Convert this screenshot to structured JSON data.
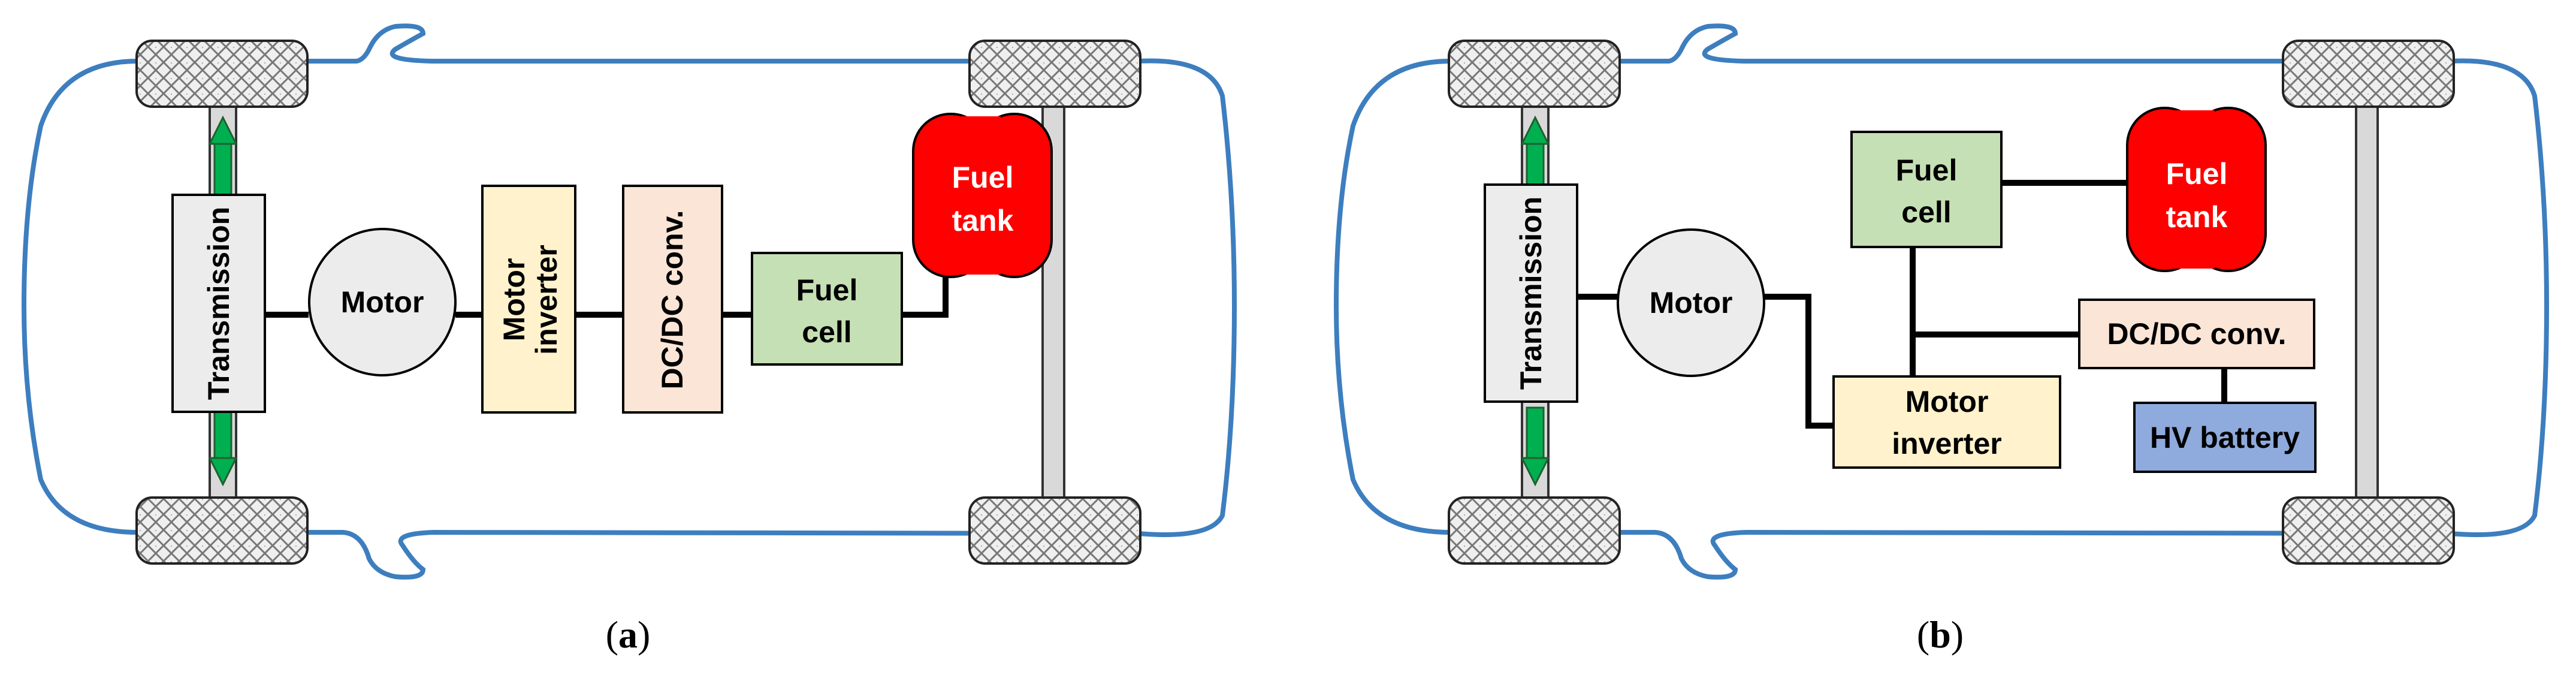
{
  "figure": {
    "panel_a": {
      "caption_open": "(",
      "caption_letter": "a",
      "caption_close": ")",
      "transmission": "Transmission",
      "motor": "Motor",
      "motor_inverter": [
        "Motor",
        "inverter"
      ],
      "dcdc": "DC/DC conv.",
      "fuel_cell": [
        "Fuel",
        "cell"
      ],
      "fuel_tank": [
        "Fuel",
        "tank"
      ]
    },
    "panel_b": {
      "caption_open": "(",
      "caption_letter": "b",
      "caption_close": ")",
      "transmission": "Transmission",
      "motor": "Motor",
      "fuel_cell": [
        "Fuel",
        "cell"
      ],
      "fuel_tank": [
        "Fuel",
        "tank"
      ],
      "dcdc": "DC/DC conv.",
      "motor_inverter": [
        "Motor",
        "inverter"
      ],
      "hv_battery": "HV battery"
    }
  },
  "colors": {
    "body_outline": "#3d7ebf",
    "transmission_fill": "#ececec",
    "motor_fill": "#ececec",
    "inverter_fill": "#fff2cc",
    "dcdc_fill": "#fbe5d6",
    "fuel_cell_fill": "#c5e0b4",
    "fuel_tank_fill": "#ff0000",
    "hv_battery_fill": "#8faadc",
    "arrow_green": "#00b050",
    "axle_fill": "#d9d9d9"
  }
}
